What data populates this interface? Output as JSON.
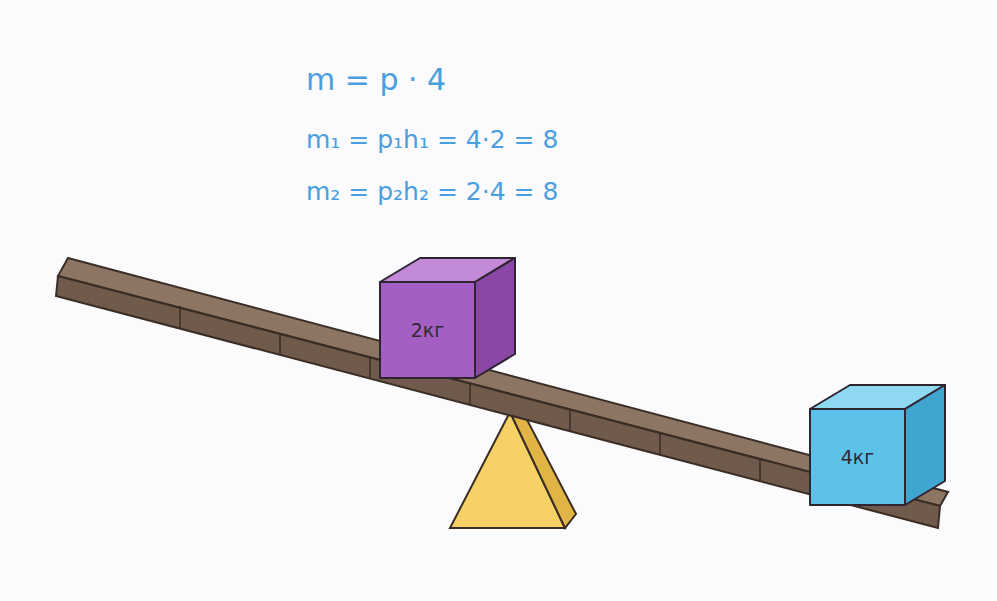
{
  "diagram": {
    "nodes": [
      {
        "text": [
          "2кг"
        ]
      },
      {
        "text": [
          "4кг"
        ]
      }
    ],
    "labels": [
      "m = p · 4",
      "m₁ = p₁h₁ = 4·2 = 8",
      "m₂ = p₂h₂ = 2·4 = 8"
    ]
  }
}
